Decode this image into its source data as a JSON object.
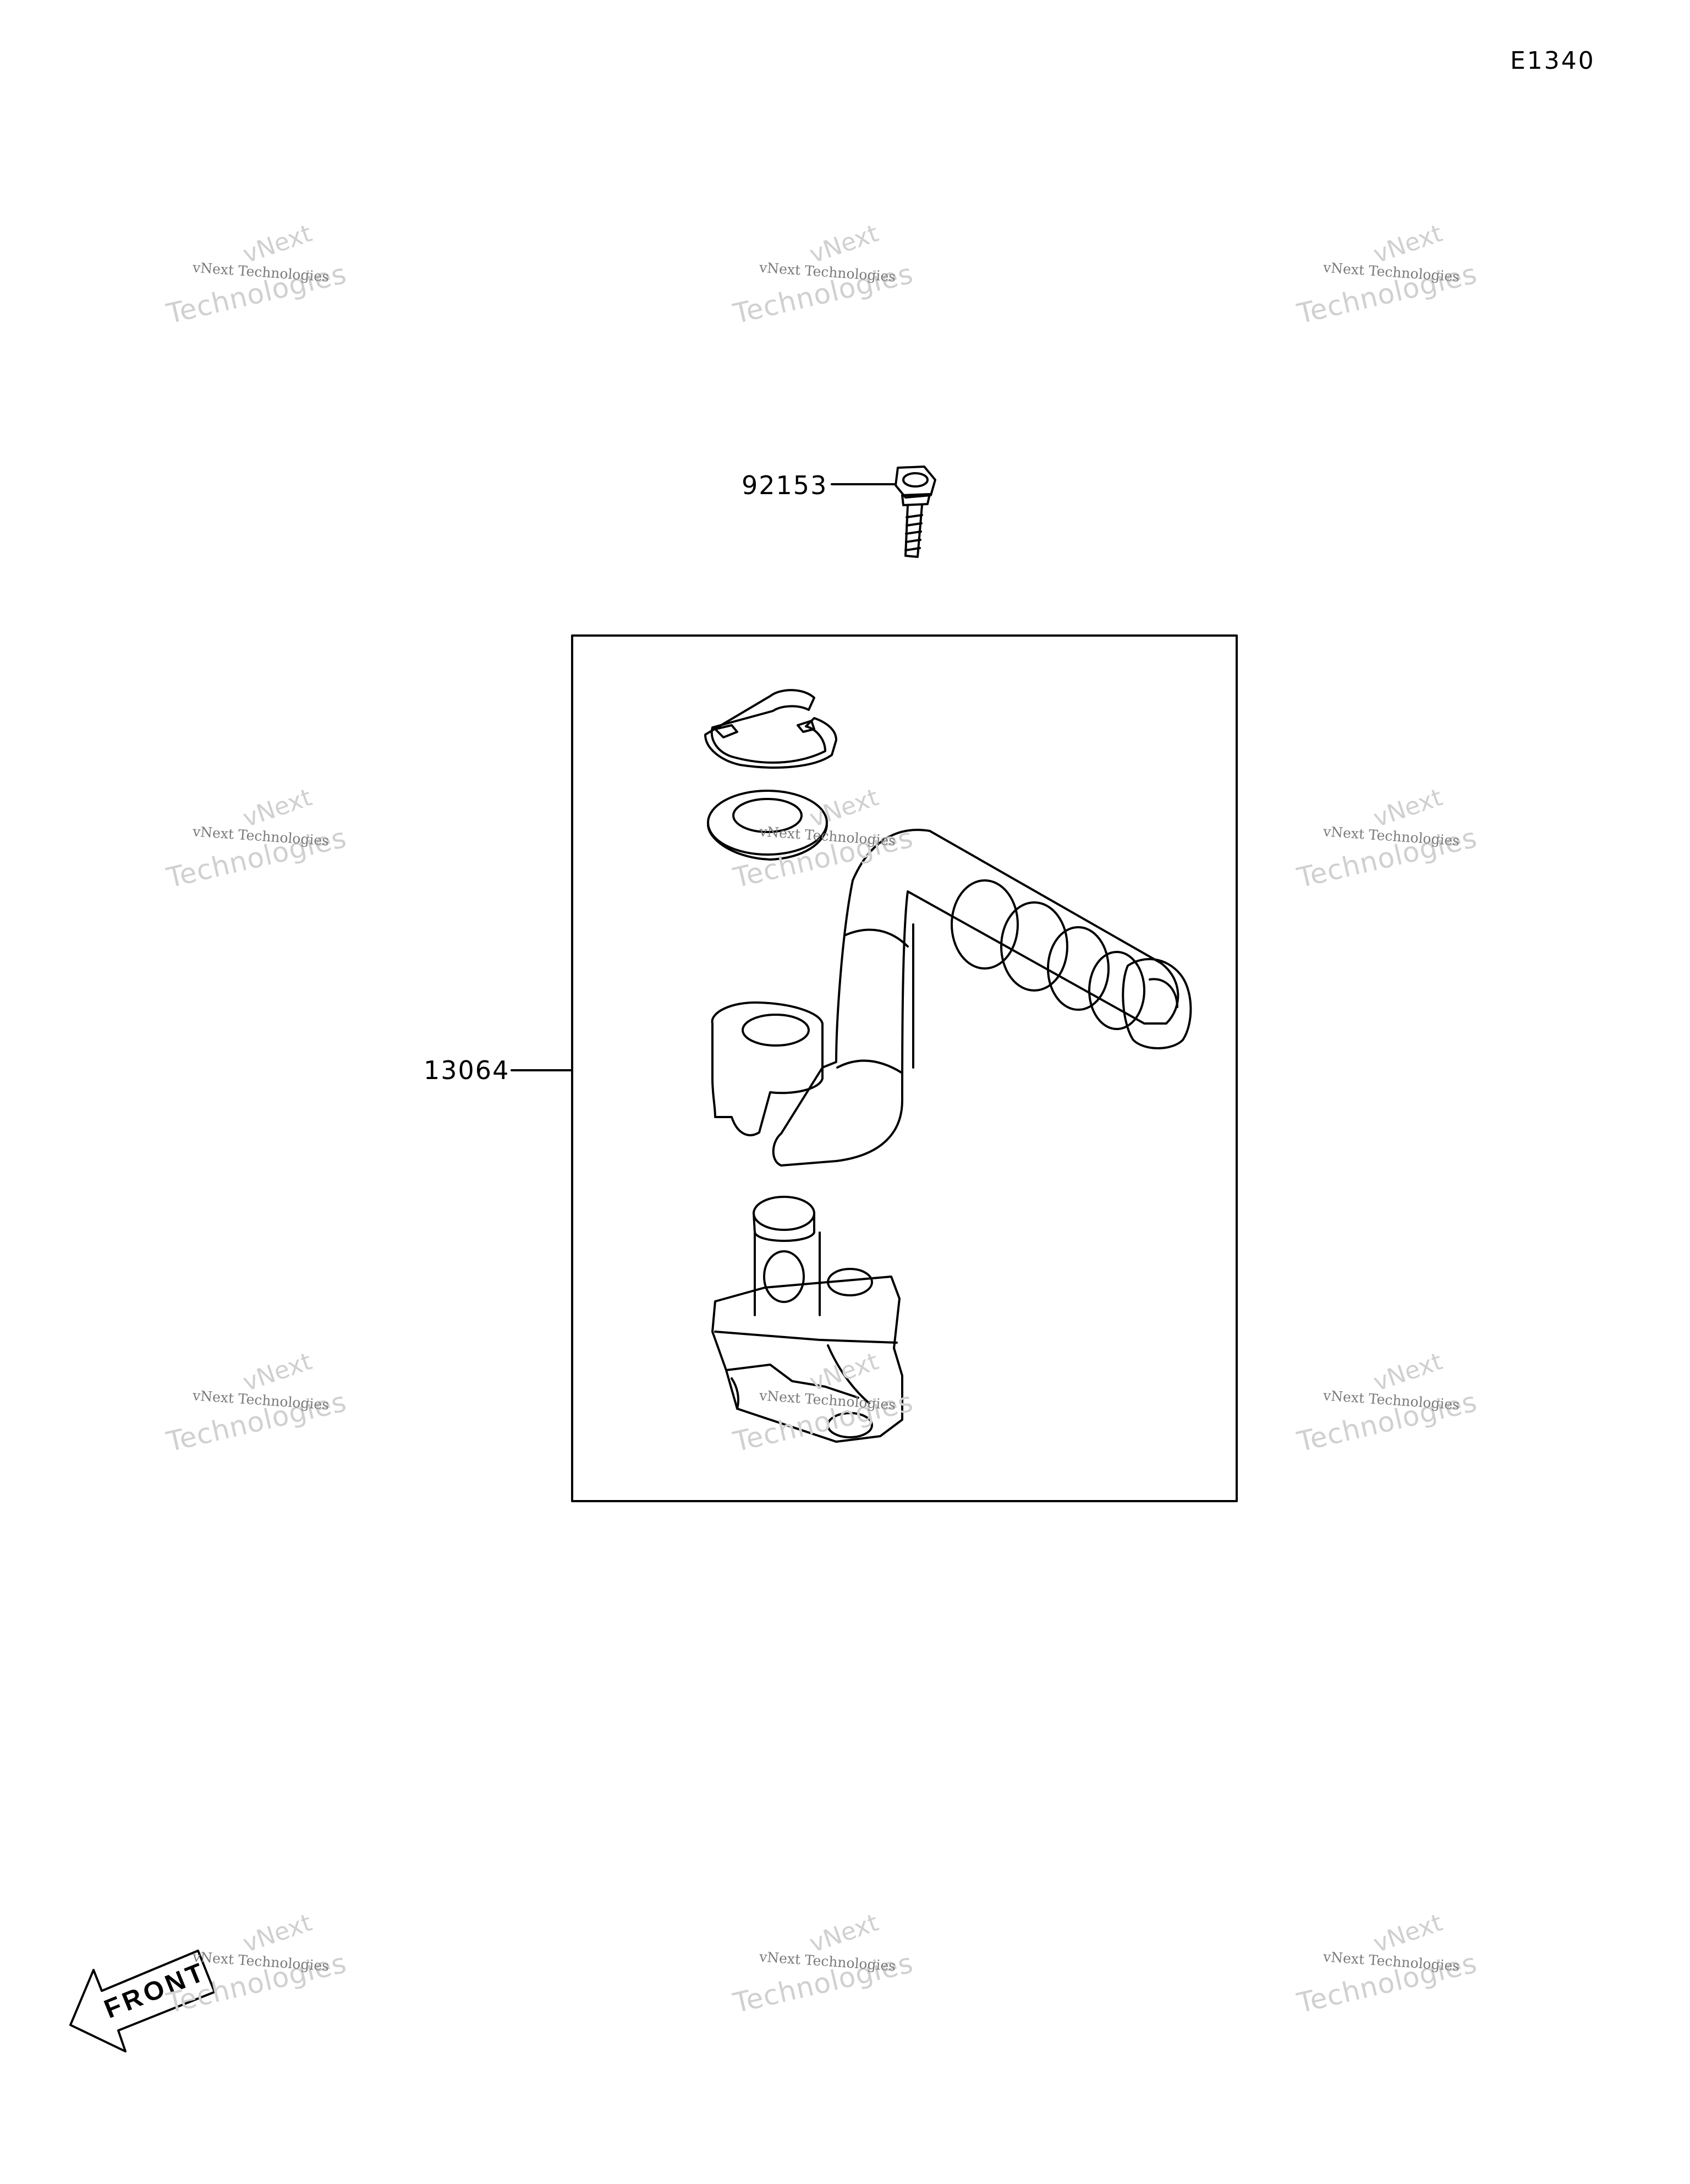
{
  "page_code": "E1340",
  "parts": [
    {
      "number": "92153",
      "description": ""
    },
    {
      "number": "13064",
      "description": ""
    }
  ],
  "front_indicator": "FRONT",
  "watermark": {
    "line1": "vNext Technologies",
    "big_top": "vNext",
    "big_bottom": "Technologies"
  },
  "colors": {
    "line": "#000000",
    "watermark": "#7a7a7a",
    "watermark_faint": "#d0d0d0"
  }
}
